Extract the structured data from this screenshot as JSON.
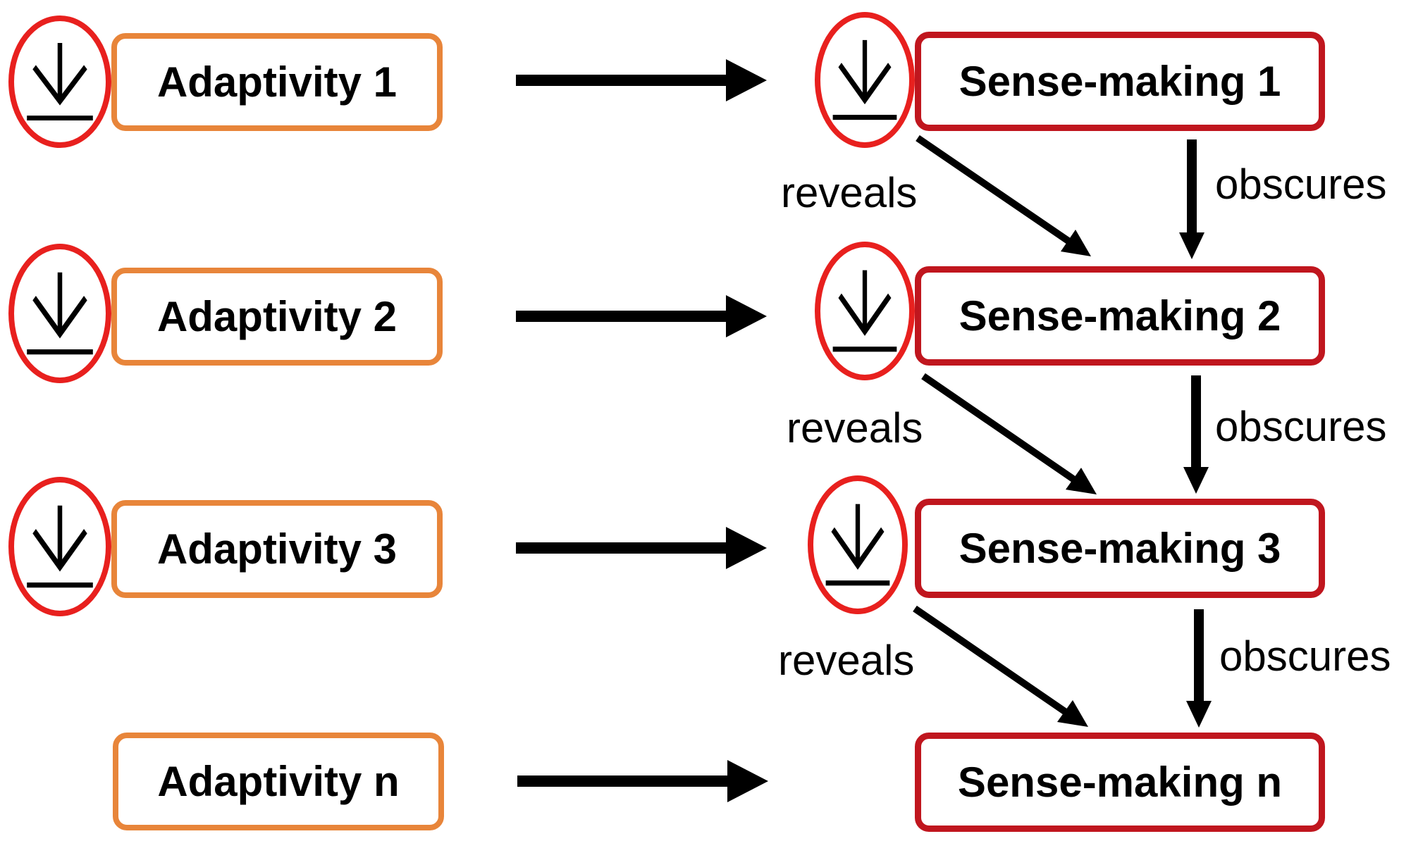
{
  "colors": {
    "adaptivity_border": "#e8853a",
    "sensemaking_border": "#c0161e",
    "oval_border": "#e8201e",
    "arrow": "#000000"
  },
  "icons": {
    "oval_icon": "download-icon"
  },
  "adaptivity": [
    {
      "label": "Adaptivity 1"
    },
    {
      "label": "Adaptivity 2"
    },
    {
      "label": "Adaptivity 3"
    },
    {
      "label": "Adaptivity n"
    }
  ],
  "sensemaking": [
    {
      "label": "Sense-making 1"
    },
    {
      "label": "Sense-making 2"
    },
    {
      "label": "Sense-making 3"
    },
    {
      "label": "Sense-making n"
    }
  ],
  "edges": [
    {
      "label": "reveals"
    },
    {
      "label": "obscures"
    },
    {
      "label": "reveals"
    },
    {
      "label": "obscures"
    },
    {
      "label": "reveals"
    },
    {
      "label": "obscures"
    }
  ]
}
